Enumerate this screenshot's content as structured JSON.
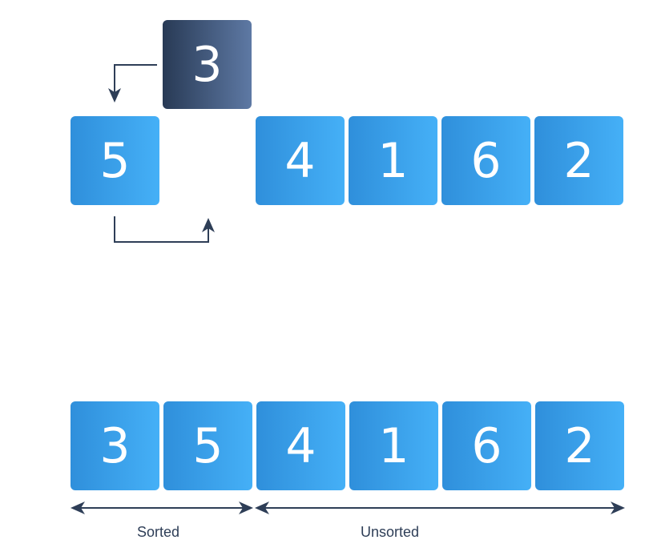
{
  "top": {
    "picked": "3",
    "sorted_row": [
      "5"
    ],
    "unsorted_row": [
      "4",
      "1",
      "6",
      "2"
    ]
  },
  "bottom": {
    "row": [
      "3",
      "5",
      "4",
      "1",
      "6",
      "2"
    ]
  },
  "labels": {
    "sorted": "Sorted",
    "unsorted": "Unsorted"
  },
  "colors": {
    "box_blue_start": "#2f8fdb",
    "box_blue_end": "#45b0f7",
    "box_dark_start": "#283a55",
    "box_dark_end": "#5e79a4",
    "arrow": "#2e3e57"
  }
}
